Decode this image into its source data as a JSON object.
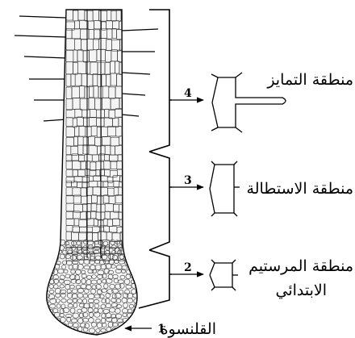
{
  "diagram": {
    "zones": [
      {
        "number": "4",
        "label": "منطقة التمايز"
      },
      {
        "number": "3",
        "label": "منطقة الاستطالة"
      },
      {
        "number": "2",
        "label_line1": "منطقة المرستيم",
        "label_line2": "الابتدائي"
      },
      {
        "number": "1",
        "label": "القلنسوة"
      }
    ]
  }
}
